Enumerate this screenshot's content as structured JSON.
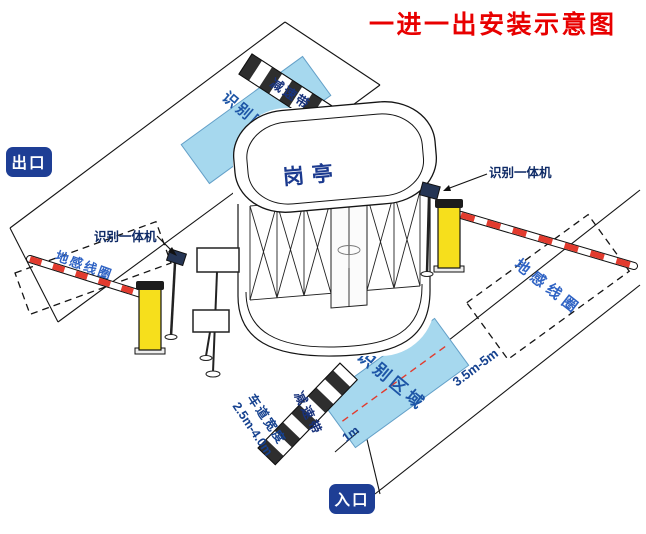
{
  "title": {
    "text": "一进一出安装示意图"
  },
  "badges": {
    "exit_label": "出口",
    "entry_label": "入口"
  },
  "booth": {
    "label": "岗亭"
  },
  "zones": {
    "top_label": "识别区域",
    "bottom_label": "识别区域"
  },
  "bumps": {
    "top_label": "减速带",
    "bottom_label": "减速带"
  },
  "coils": {
    "left_label": "地感线圈",
    "right_label": "地感线圈"
  },
  "devices": {
    "left_label": "识别一体机",
    "right_label": "识别一体机"
  },
  "dims": {
    "approach": "3.5m-5m",
    "coil": "1m",
    "lane_width_title": "车道宽度",
    "lane_width_value": "2.5m-4.0m"
  },
  "colors": {
    "title": "#e80000",
    "badge_bg": "#1e3e95",
    "badge_fg": "#ffffff",
    "booth_label": "#1b3a8f",
    "zone_fill": "#a6d8ee",
    "zone_text": "#1d55a6",
    "bump_text": "#18327c",
    "coil_text": "#2f63c4",
    "device_text": "#0e2a66",
    "dims_text": "#15418f",
    "post_fill": "#f6df1c",
    "arm_red": "#e23b2e"
  }
}
